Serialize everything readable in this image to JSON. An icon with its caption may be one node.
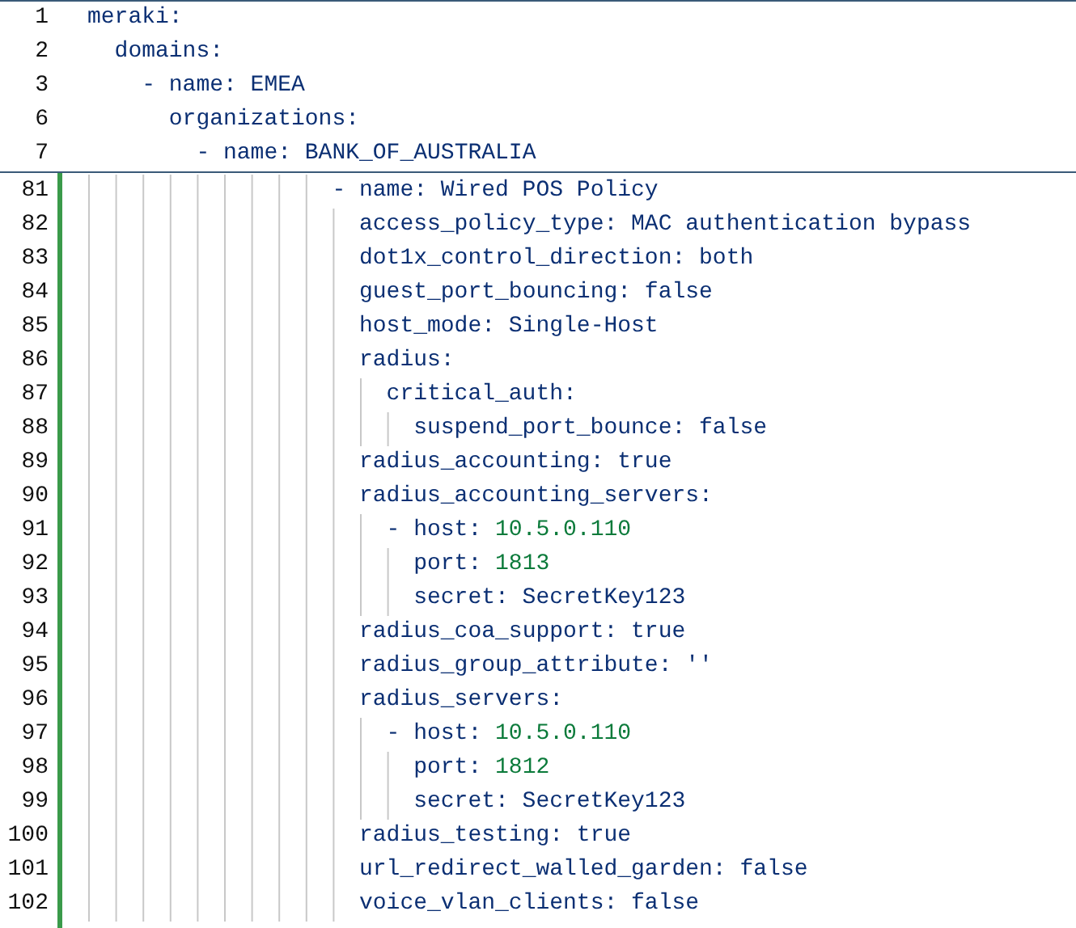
{
  "diagram": {
    "labels": [
      "1",
      "meraki:",
      "2",
      "domains:",
      "3",
      "- name: EMEA",
      "6",
      "organizations:",
      "7",
      "- name: BANK_OF_AUSTRALIA",
      "81",
      "- name: Wired POS Policy",
      "82",
      "access_policy_type: MAC authentication bypass",
      "83",
      "dot1x_control_direction: both",
      "84",
      "guest_port_bouncing: false",
      "85",
      "host_mode: Single-Host",
      "86",
      "radius:",
      "87",
      "critical_auth:",
      "88",
      "suspend_port_bounce: false",
      "89",
      "radius_accounting: true",
      "90",
      "radius_accounting_servers:",
      "91",
      "- host: 10.5.0.110",
      "92",
      "port: 1813",
      "93",
      "secret: SecretKey123",
      "94",
      "radius_coa_support: true",
      "95",
      "radius_group_attribute: ''",
      "96",
      "radius_servers:",
      "97",
      "- host: 10.5.0.110",
      "98",
      "port: 1812",
      "99",
      "secret: SecretKey123",
      "100",
      "radius_testing: true",
      "101",
      "url_redirect_walled_garden: false",
      "102",
      "voice_vlan_clients: false"
    ]
  }
}
